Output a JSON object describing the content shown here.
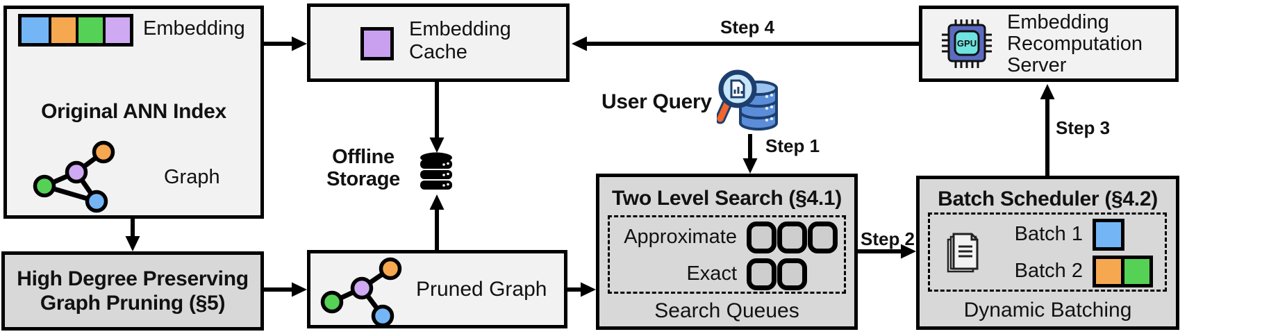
{
  "colors": {
    "blue": "#74b6f5",
    "orange": "#f6a851",
    "green": "#55d155",
    "purple": "#cfa9f1",
    "cache_purple": "#c9a0f0",
    "box_light": "#f2f2f2",
    "box_dark": "#d8d8d8",
    "queue_fill": "#cecece",
    "chip_body": "#5b6cc0",
    "chip_core": "#6fe3df",
    "handle_orange": "#f2662d",
    "db_blue": "#5b8dd8",
    "db_dark": "#1d3f6e",
    "lens_fill": "#c9e7f8"
  },
  "boxes": {
    "original_index": {
      "embedding_label": "Embedding",
      "title": "Original ANN Index",
      "graph_label": "Graph",
      "embedding_colors": [
        "blue",
        "orange",
        "green",
        "purple"
      ]
    },
    "pruning": {
      "line1": "High Degree Preserving",
      "line2": "Graph Pruning (§5)"
    },
    "embedding_cache": {
      "line1": "Embedding",
      "line2": "Cache"
    },
    "pruned_graph": {
      "label": "Pruned Graph"
    },
    "two_level_search": {
      "title": "Two Level Search (§4.1)",
      "approximate_label": "Approximate",
      "exact_label": "Exact",
      "footer": "Search Queues",
      "approximate_slots": 3,
      "exact_slots": 2
    },
    "batch_scheduler": {
      "title": "Batch Scheduler (§4.2)",
      "batch1_label": "Batch 1",
      "batch2_label": "Batch 2",
      "footer": "Dynamic Batching",
      "batch1_colors": [
        "blue"
      ],
      "batch2_colors": [
        "orange",
        "green"
      ]
    },
    "recomputation_server": {
      "line1": "Embedding",
      "line2": "Recomputation",
      "line3": "Server",
      "chip_label": "GPU"
    }
  },
  "labels": {
    "offline_storage_line1": "Offline",
    "offline_storage_line2": "Storage",
    "user_query": "User Query",
    "step1": "Step 1",
    "step2": "Step 2",
    "step3": "Step 3",
    "step4": "Step 4"
  }
}
